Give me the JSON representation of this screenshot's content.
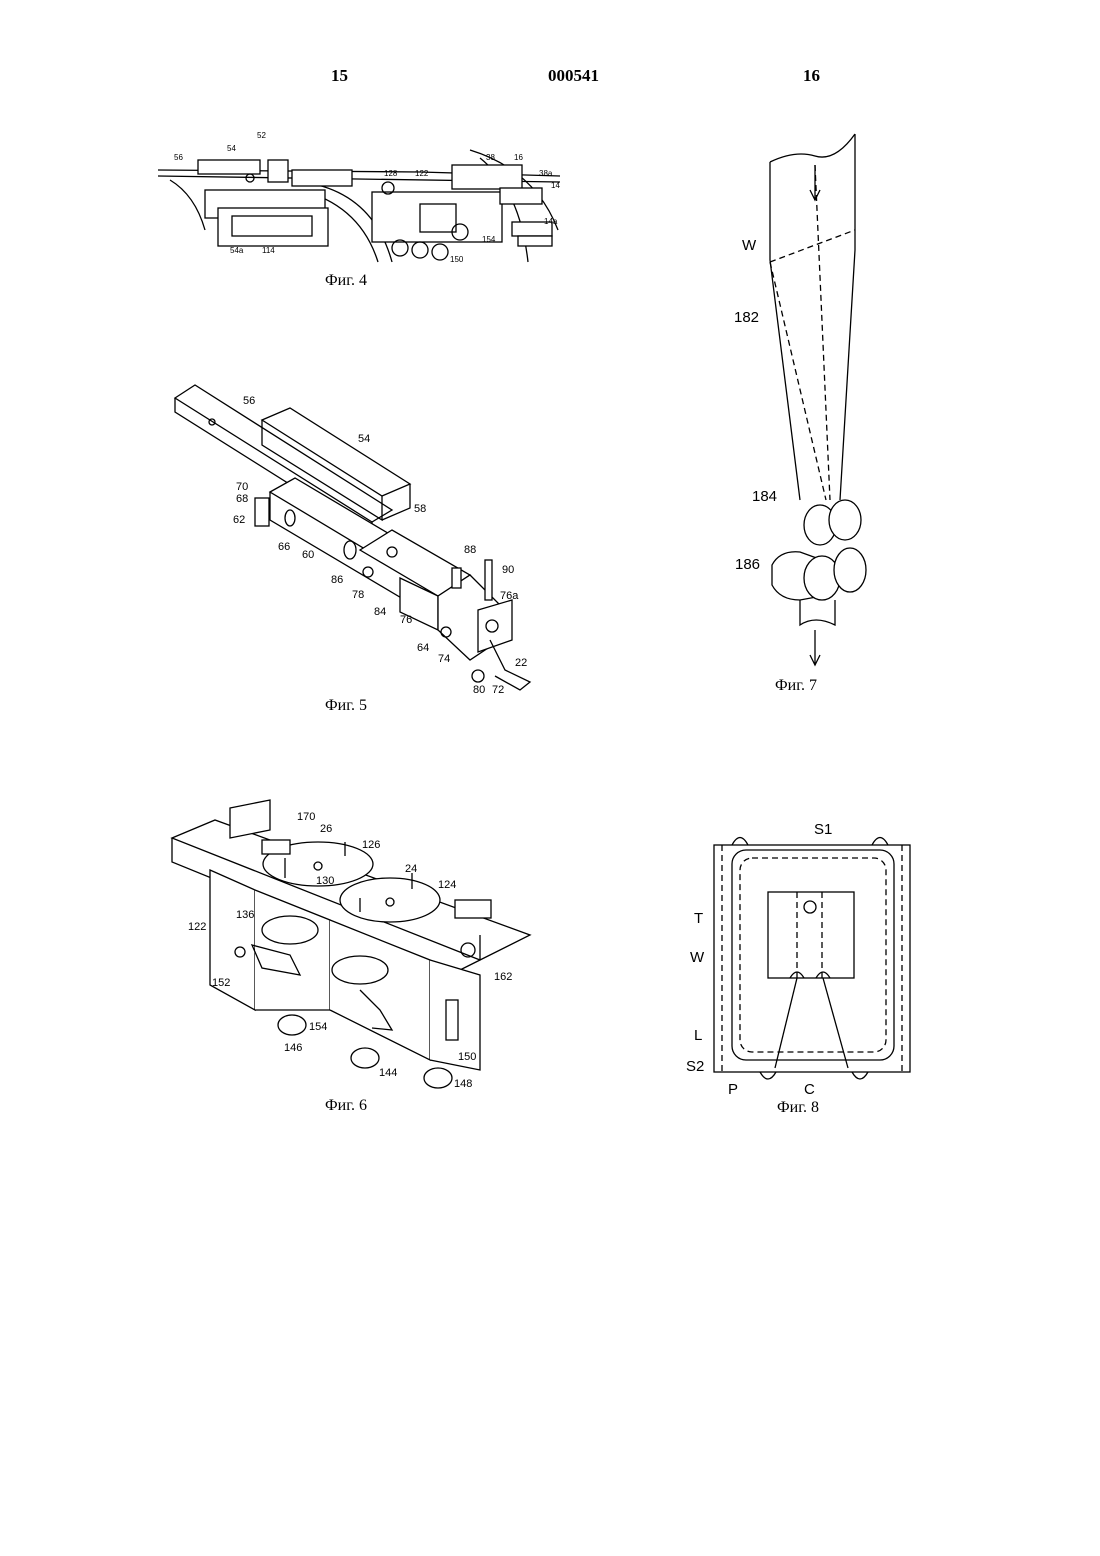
{
  "header": {
    "page_left": "15",
    "doc_number": "000541",
    "page_right": "16"
  },
  "figures": {
    "fig4": {
      "caption": "Фиг. 4",
      "labels": [
        "56",
        "54",
        "52",
        "128",
        "122",
        "38",
        "16",
        "38a",
        "14",
        "14a",
        "54a",
        "114",
        "150",
        "154"
      ]
    },
    "fig5": {
      "caption": "Фиг. 5",
      "labels": [
        "56",
        "54",
        "70",
        "68",
        "62",
        "66",
        "60",
        "58",
        "86",
        "78",
        "84",
        "76",
        "88",
        "90",
        "76a",
        "64",
        "74",
        "80",
        "72",
        "22"
      ]
    },
    "fig6": {
      "caption": "Фиг. 6",
      "labels": [
        "170",
        "26",
        "126",
        "130",
        "24",
        "124",
        "122",
        "136",
        "152",
        "154",
        "146",
        "144",
        "148",
        "150",
        "162"
      ]
    },
    "fig7": {
      "caption": "Фиг. 7",
      "labels": [
        "W",
        "182",
        "184",
        "186"
      ]
    },
    "fig8": {
      "caption": "Фиг. 8",
      "labels": [
        "S1",
        "T",
        "W",
        "L",
        "S2",
        "P",
        "C"
      ]
    }
  }
}
